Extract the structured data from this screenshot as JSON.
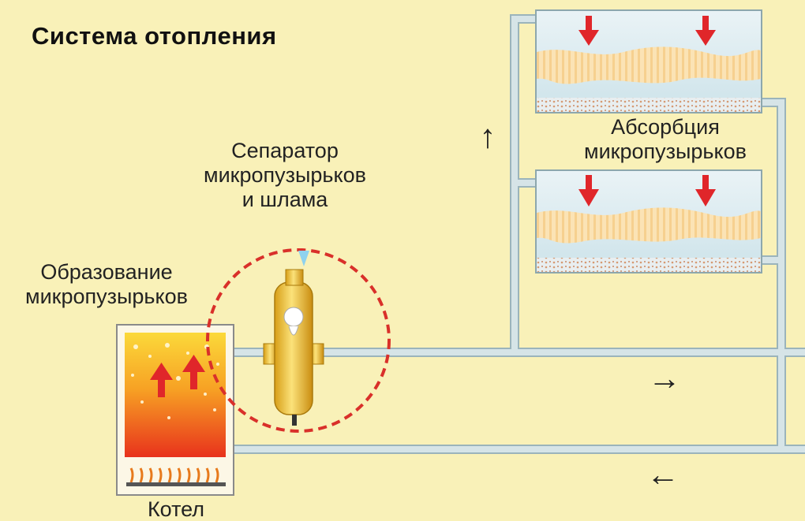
{
  "title": "Система  отопления",
  "labels": {
    "separator": [
      "Сепаратор",
      "микропузырьков",
      "и  шлама"
    ],
    "formation": [
      "Образование",
      "микропузырьков"
    ],
    "absorption": [
      "Абсорбция",
      "микропузырьков"
    ],
    "boiler": "Котел"
  },
  "arrows": {
    "up": "↑",
    "right": "→",
    "left": "←"
  },
  "colors": {
    "background": "#f9f1b8",
    "pipe": "#cfdde0",
    "pipe_edge": "#9bb4bb",
    "separator_circle": "#d9302a",
    "red_arrow": "#e0262a",
    "separator_body": "#f0c842"
  }
}
